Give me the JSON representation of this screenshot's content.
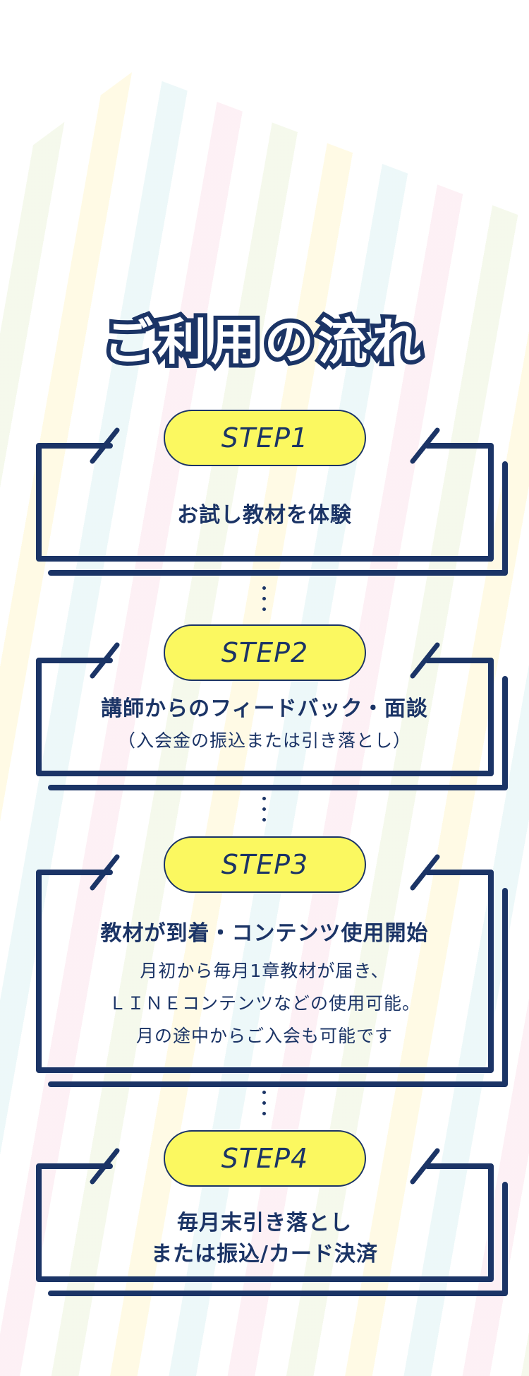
{
  "title": "ご利用の流れ",
  "colors": {
    "navy": "#1b3466",
    "yellow": "#fbf860"
  },
  "steps": [
    {
      "label": "STEP1",
      "main": [
        "お試し教材を体験"
      ],
      "sub": []
    },
    {
      "label": "STEP2",
      "main": [
        "講師からのフィードバック・面談"
      ],
      "sub": [
        "（入会金の振込または引き落とし）"
      ]
    },
    {
      "label": "STEP3",
      "main": [
        "教材が到着・コンテンツ使用開始"
      ],
      "sub": [
        "月初から毎月1章教材が届き、",
        "ＬＩＮＥコンテンツなどの使用可能。",
        "月の途中からご入会も可能です"
      ]
    },
    {
      "label": "STEP4",
      "main": [
        "毎月末引き落とし",
        "または振込/カード決済"
      ],
      "sub": []
    }
  ]
}
